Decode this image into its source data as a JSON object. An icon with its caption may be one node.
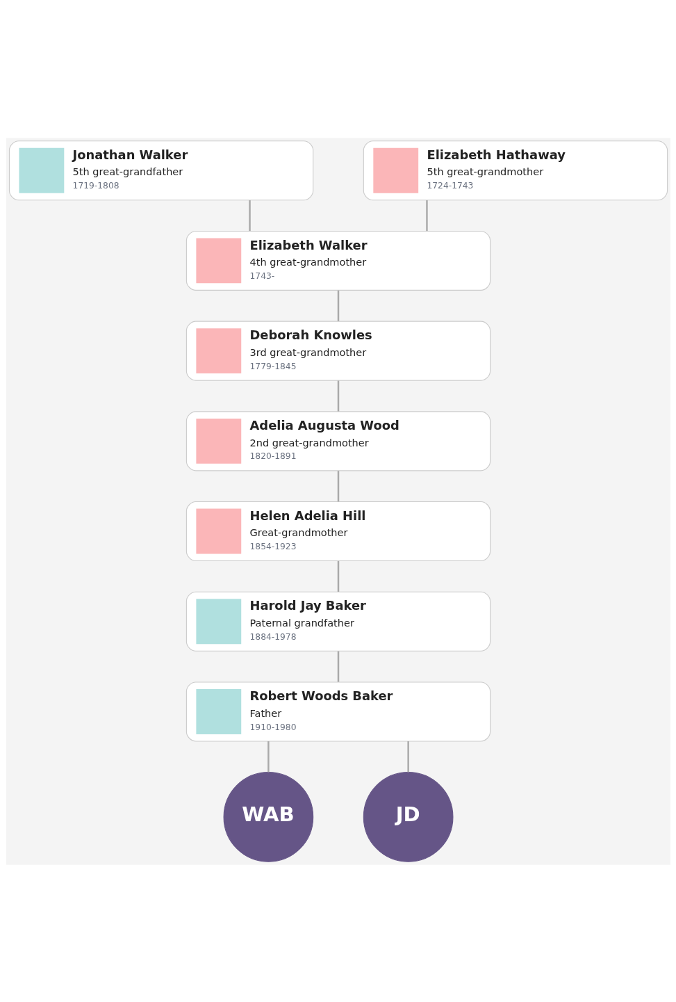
{
  "diagram": {
    "nodes": [
      {
        "text": [
          "Jonathan Walker",
          "5th great-grandfather",
          "1719-1808"
        ]
      },
      {
        "text": [
          "Elizabeth Hathaway",
          "5th great-grandmother",
          "1724-1743"
        ]
      },
      {
        "text": [
          "Elizabeth Walker",
          "4th great-grandmother",
          "1743-"
        ]
      },
      {
        "text": [
          "Deborah Knowles",
          "3rd great-grandmother",
          "1779-1845"
        ]
      },
      {
        "text": [
          "Adelia Augusta Wood",
          "2nd great-grandmother",
          "1820-1891"
        ]
      },
      {
        "text": [
          "Helen Adelia Hill",
          "Great-grandmother",
          "1854-1923"
        ]
      },
      {
        "text": [
          "Harold Jay Baker",
          "Paternal grandfather",
          "1884-1978"
        ]
      },
      {
        "text": [
          "Robert Woods Baker",
          "Father",
          "1910-1980"
        ]
      },
      {
        "text": [
          "WAB"
        ]
      },
      {
        "text": [
          "JD"
        ]
      }
    ],
    "edges": [
      {
        "from": 0,
        "to": 2,
        "arrow": "none"
      },
      {
        "from": 1,
        "to": 2,
        "arrow": "none"
      },
      {
        "from": 2,
        "to": 3,
        "arrow": "none"
      },
      {
        "from": 3,
        "to": 4,
        "arrow": "none"
      },
      {
        "from": 4,
        "to": 5,
        "arrow": "none"
      },
      {
        "from": 5,
        "to": 6,
        "arrow": "none"
      },
      {
        "from": 6,
        "to": 7,
        "arrow": "none"
      },
      {
        "from": 7,
        "to": 8,
        "arrow": "none"
      },
      {
        "from": 7,
        "to": 9,
        "arrow": "none"
      }
    ]
  }
}
